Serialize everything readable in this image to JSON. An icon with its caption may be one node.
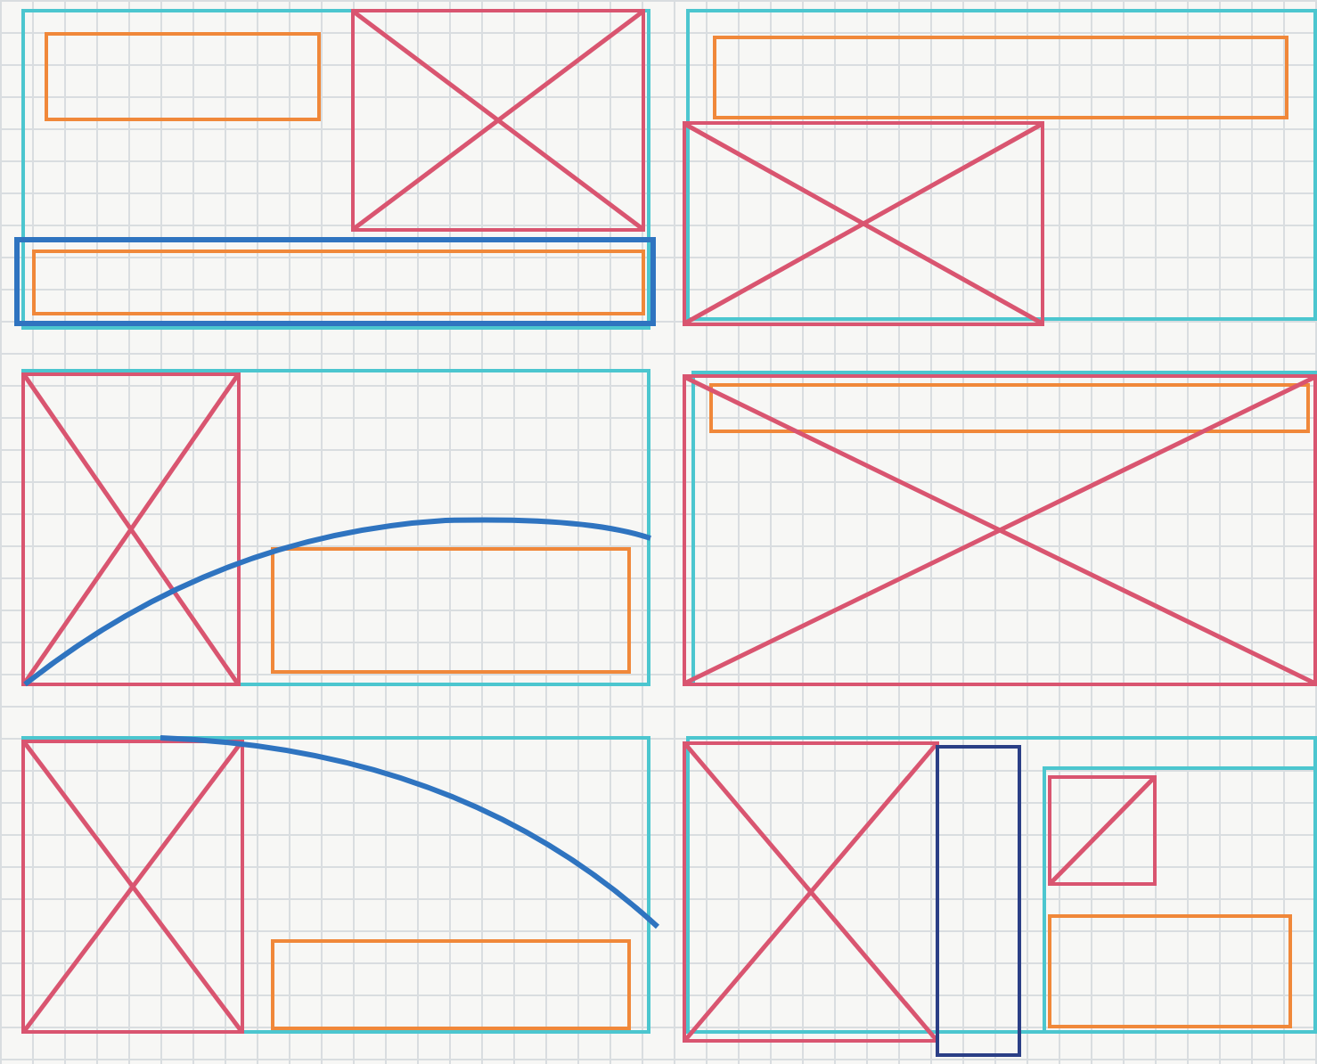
{
  "diagram": {
    "nodes": [
      {
        "text": [],
        "shape": "box"
      },
      {
        "text": [],
        "shape": "box",
        "in": 0
      },
      {
        "text": [],
        "shape": "cross",
        "in": 0
      },
      {
        "text": [],
        "shape": "box",
        "in": 0
      },
      {
        "text": [],
        "shape": "box",
        "in": 3
      },
      {
        "text": [],
        "shape": "box"
      },
      {
        "text": [],
        "shape": "box",
        "in": 5
      },
      {
        "text": [],
        "shape": "cross",
        "in": 5
      },
      {
        "text": [],
        "shape": "box"
      },
      {
        "text": [],
        "shape": "cross",
        "in": 8
      },
      {
        "text": [],
        "shape": "box",
        "in": 8
      },
      {
        "text": [],
        "shape": "box"
      },
      {
        "text": [],
        "shape": "cross"
      },
      {
        "text": [],
        "shape": "box",
        "in": 11
      },
      {
        "text": [],
        "shape": "box"
      },
      {
        "text": [],
        "shape": "cross",
        "in": 14
      },
      {
        "text": [],
        "shape": "box",
        "in": 14
      },
      {
        "text": [],
        "shape": "box"
      },
      {
        "text": [],
        "shape": "cross",
        "in": 17
      },
      {
        "text": [],
        "shape": "box",
        "in": 17
      },
      {
        "text": [],
        "shape": "box",
        "in": 17
      },
      {
        "text": [],
        "shape": "slash",
        "in": 20
      },
      {
        "text": [],
        "shape": "box",
        "in": 20
      }
    ]
  }
}
